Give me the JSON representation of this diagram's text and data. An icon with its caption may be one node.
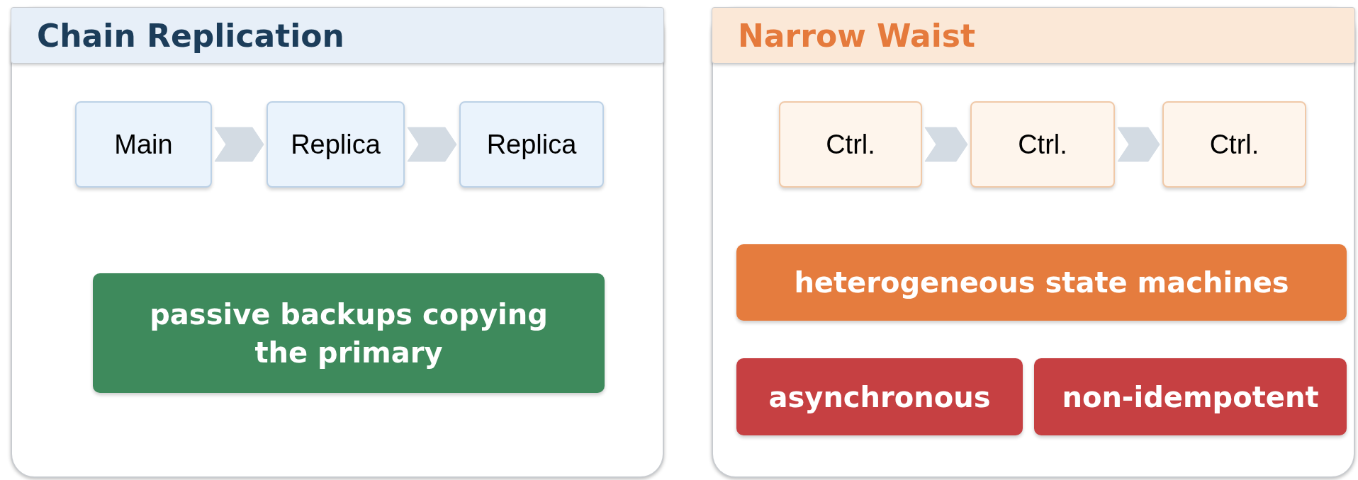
{
  "diagram": {
    "nodes": [
      {
        "text": [
          "Chain Replication"
        ]
      },
      {
        "text": [
          "Main"
        ],
        "in": 0
      },
      {
        "text": [
          "Replica"
        ],
        "in": 0
      },
      {
        "text": [
          "Replica"
        ],
        "in": 0
      },
      {
        "text": [
          "passive backups copying the primary"
        ],
        "in": 0
      },
      {
        "text": [
          "Narrow Waist"
        ]
      },
      {
        "text": [
          "Ctrl."
        ],
        "in": 5
      },
      {
        "text": [
          "Ctrl."
        ],
        "in": 5
      },
      {
        "text": [
          "Ctrl."
        ],
        "in": 5
      },
      {
        "text": [
          "heterogeneous state machines"
        ],
        "in": 5
      },
      {
        "text": [
          "asynchronous"
        ],
        "in": 5
      },
      {
        "text": [
          "non-idempotent"
        ],
        "in": 5
      }
    ],
    "edges": [
      {
        "from": 1,
        "to": 2,
        "arrow": "to"
      },
      {
        "from": 2,
        "to": 3,
        "arrow": "to"
      },
      {
        "from": 6,
        "to": 7,
        "arrow": "to"
      },
      {
        "from": 7,
        "to": 8,
        "arrow": "to"
      }
    ]
  }
}
